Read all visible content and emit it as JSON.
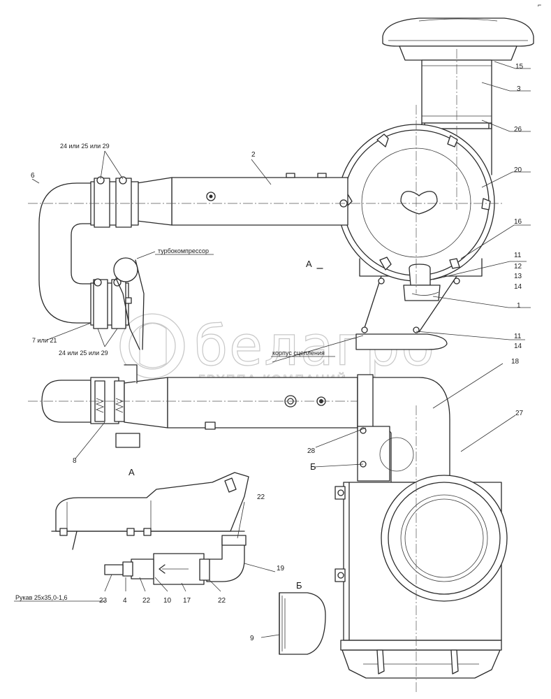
{
  "watermark": {
    "brand": "белагро",
    "subtitle": "ГРУППА КОМПАНИЙ"
  },
  "labels": {
    "turbo": "турбокомпрессор",
    "clutch_housing": "корпус сцепления",
    "hose": "Рукав 25х35,0-1,6",
    "clamps_top": "24 или 25 или 29",
    "clamps_bottom": "24 или 25 или 29",
    "seven_or_21": "7 или 21",
    "view_a_marker": "А",
    "view_a_title": "А",
    "view_b_marker": "Б",
    "view_b_title": "Б",
    "corner_mark": "⌐"
  },
  "callouts": {
    "c15": "15",
    "c3": "3",
    "c26": "26",
    "c2": "2",
    "c20": "20",
    "c16": "16",
    "c11a": "11",
    "c12": "12",
    "c13": "13",
    "c14a": "14",
    "c1": "1",
    "c11b": "11",
    "c14b": "14",
    "c6": "6",
    "c18": "18",
    "c27": "27",
    "c28": "28",
    "c8": "8",
    "c22a": "22",
    "c19": "19",
    "c23": "23",
    "c4": "4",
    "c22b": "22",
    "c10": "10",
    "c17": "17",
    "c22c": "22",
    "c9": "9"
  }
}
